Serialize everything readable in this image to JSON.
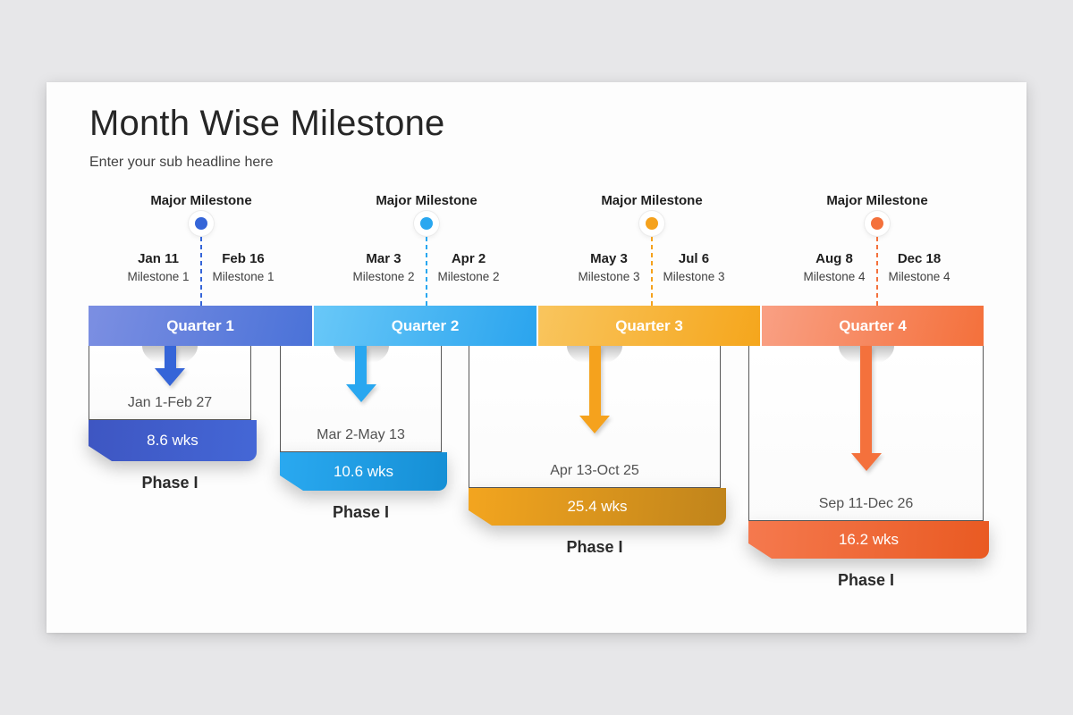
{
  "slide": {
    "title": "Month Wise Milestone",
    "subtitle": "Enter your sub headline here"
  },
  "quarters": [
    {
      "name": "Quarter 1",
      "major_label": "Major Milestone",
      "milestones": [
        {
          "date": "Jan 11",
          "label": "Milestone 1"
        },
        {
          "date": "Feb 16",
          "label": "Milestone 1"
        }
      ],
      "date_range": "Jan 1-Feb 27",
      "duration": "8.6 wks",
      "phase": "Phase I",
      "colors": {
        "accent": "#3565d8",
        "bar_from": "#7c8fe2",
        "bar_to": "#4a72d8",
        "ribbon_from": "#3e56c2",
        "ribbon_to": "#4467d6"
      }
    },
    {
      "name": "Quarter 2",
      "major_label": "Major Milestone",
      "milestones": [
        {
          "date": "Mar 3",
          "label": "Milestone 2"
        },
        {
          "date": "Apr 2",
          "label": "Milestone 2"
        }
      ],
      "date_range": "Mar 2-May 13",
      "duration": "10.6 wks",
      "phase": "Phase I",
      "colors": {
        "accent": "#29a7f0",
        "bar_from": "#69c8f8",
        "bar_to": "#2aa4ee",
        "ribbon_from": "#2aa9f0",
        "ribbon_to": "#158fd5"
      }
    },
    {
      "name": "Quarter 3",
      "major_label": "Major Milestone",
      "milestones": [
        {
          "date": "May 3",
          "label": "Milestone 3"
        },
        {
          "date": "Jul 6",
          "label": "Milestone 3"
        }
      ],
      "date_range": "Apr 13-Oct 25",
      "duration": "25.4 wks",
      "phase": "Phase I",
      "colors": {
        "accent": "#f5a21d",
        "bar_from": "#f9c55e",
        "bar_to": "#f5a61c",
        "ribbon_from": "#f3a51f",
        "ribbon_to": "#c0841b"
      }
    },
    {
      "name": "Quarter 4",
      "major_label": "Major Milestone",
      "milestones": [
        {
          "date": "Aug 8",
          "label": "Milestone 4"
        },
        {
          "date": "Dec 18",
          "label": "Milestone 4"
        }
      ],
      "date_range": "Sep 11-Dec 26",
      "duration": "16.2 wks",
      "phase": "Phase I",
      "colors": {
        "accent": "#f4713c",
        "bar_from": "#f9a084",
        "bar_to": "#f4703b",
        "ribbon_from": "#f5794e",
        "ribbon_to": "#e95a22"
      }
    }
  ]
}
